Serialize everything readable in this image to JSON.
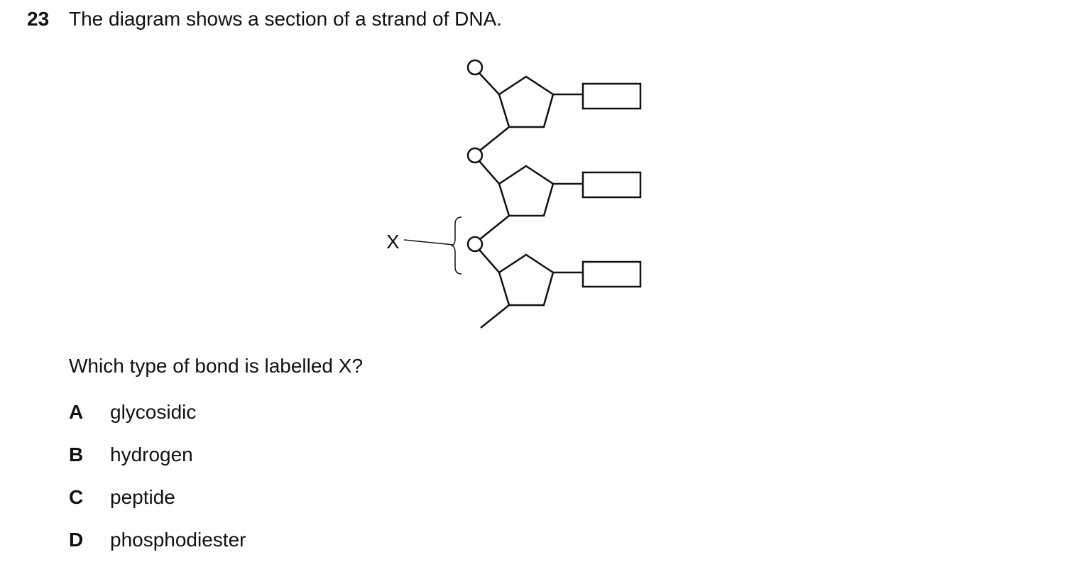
{
  "question": {
    "number": "23",
    "stem": "The diagram shows a section of a strand of DNA.",
    "prompt": "Which type of bond is labelled X?"
  },
  "diagram": {
    "label_x": "X"
  },
  "options": [
    {
      "letter": "A",
      "text": "glycosidic"
    },
    {
      "letter": "B",
      "text": "hydrogen"
    },
    {
      "letter": "C",
      "text": "peptide"
    },
    {
      "letter": "D",
      "text": "phosphodiester"
    }
  ]
}
